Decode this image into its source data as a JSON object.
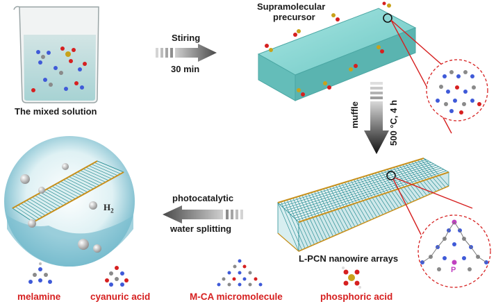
{
  "labels": {
    "mixed_solution": "The mixed solution",
    "precursor_line1": "Supramolecular",
    "precursor_line2": "precursor",
    "stirring": "Stiring",
    "stirring_time": "30 min",
    "muffle": "muffle",
    "calcination": "500 °C, 4 h",
    "photocatalytic": "photocatalytic",
    "water_splitting": "water splitting",
    "nanowire": "L-PCN nanowire arrays",
    "h2": "H",
    "h2_sub": "2",
    "p_label": "P"
  },
  "legend": {
    "melamine": "melamine",
    "cyanuric_acid": "cyanuric acid",
    "mca": "M-CA micromolecule",
    "phosphoric_acid": "phosphoric acid"
  },
  "colors": {
    "legend_text": "#d62020",
    "precursor_block": "#7fd3cf",
    "wire": "#2b8f95",
    "edge_gold": "#c8901c",
    "arrow_gray": "#555555",
    "atom_n": "#3f5ad8",
    "atom_c": "#8a8a8a",
    "atom_o": "#d62020",
    "atom_p": "#c8a21a",
    "dashed_circle": "#d62020"
  }
}
